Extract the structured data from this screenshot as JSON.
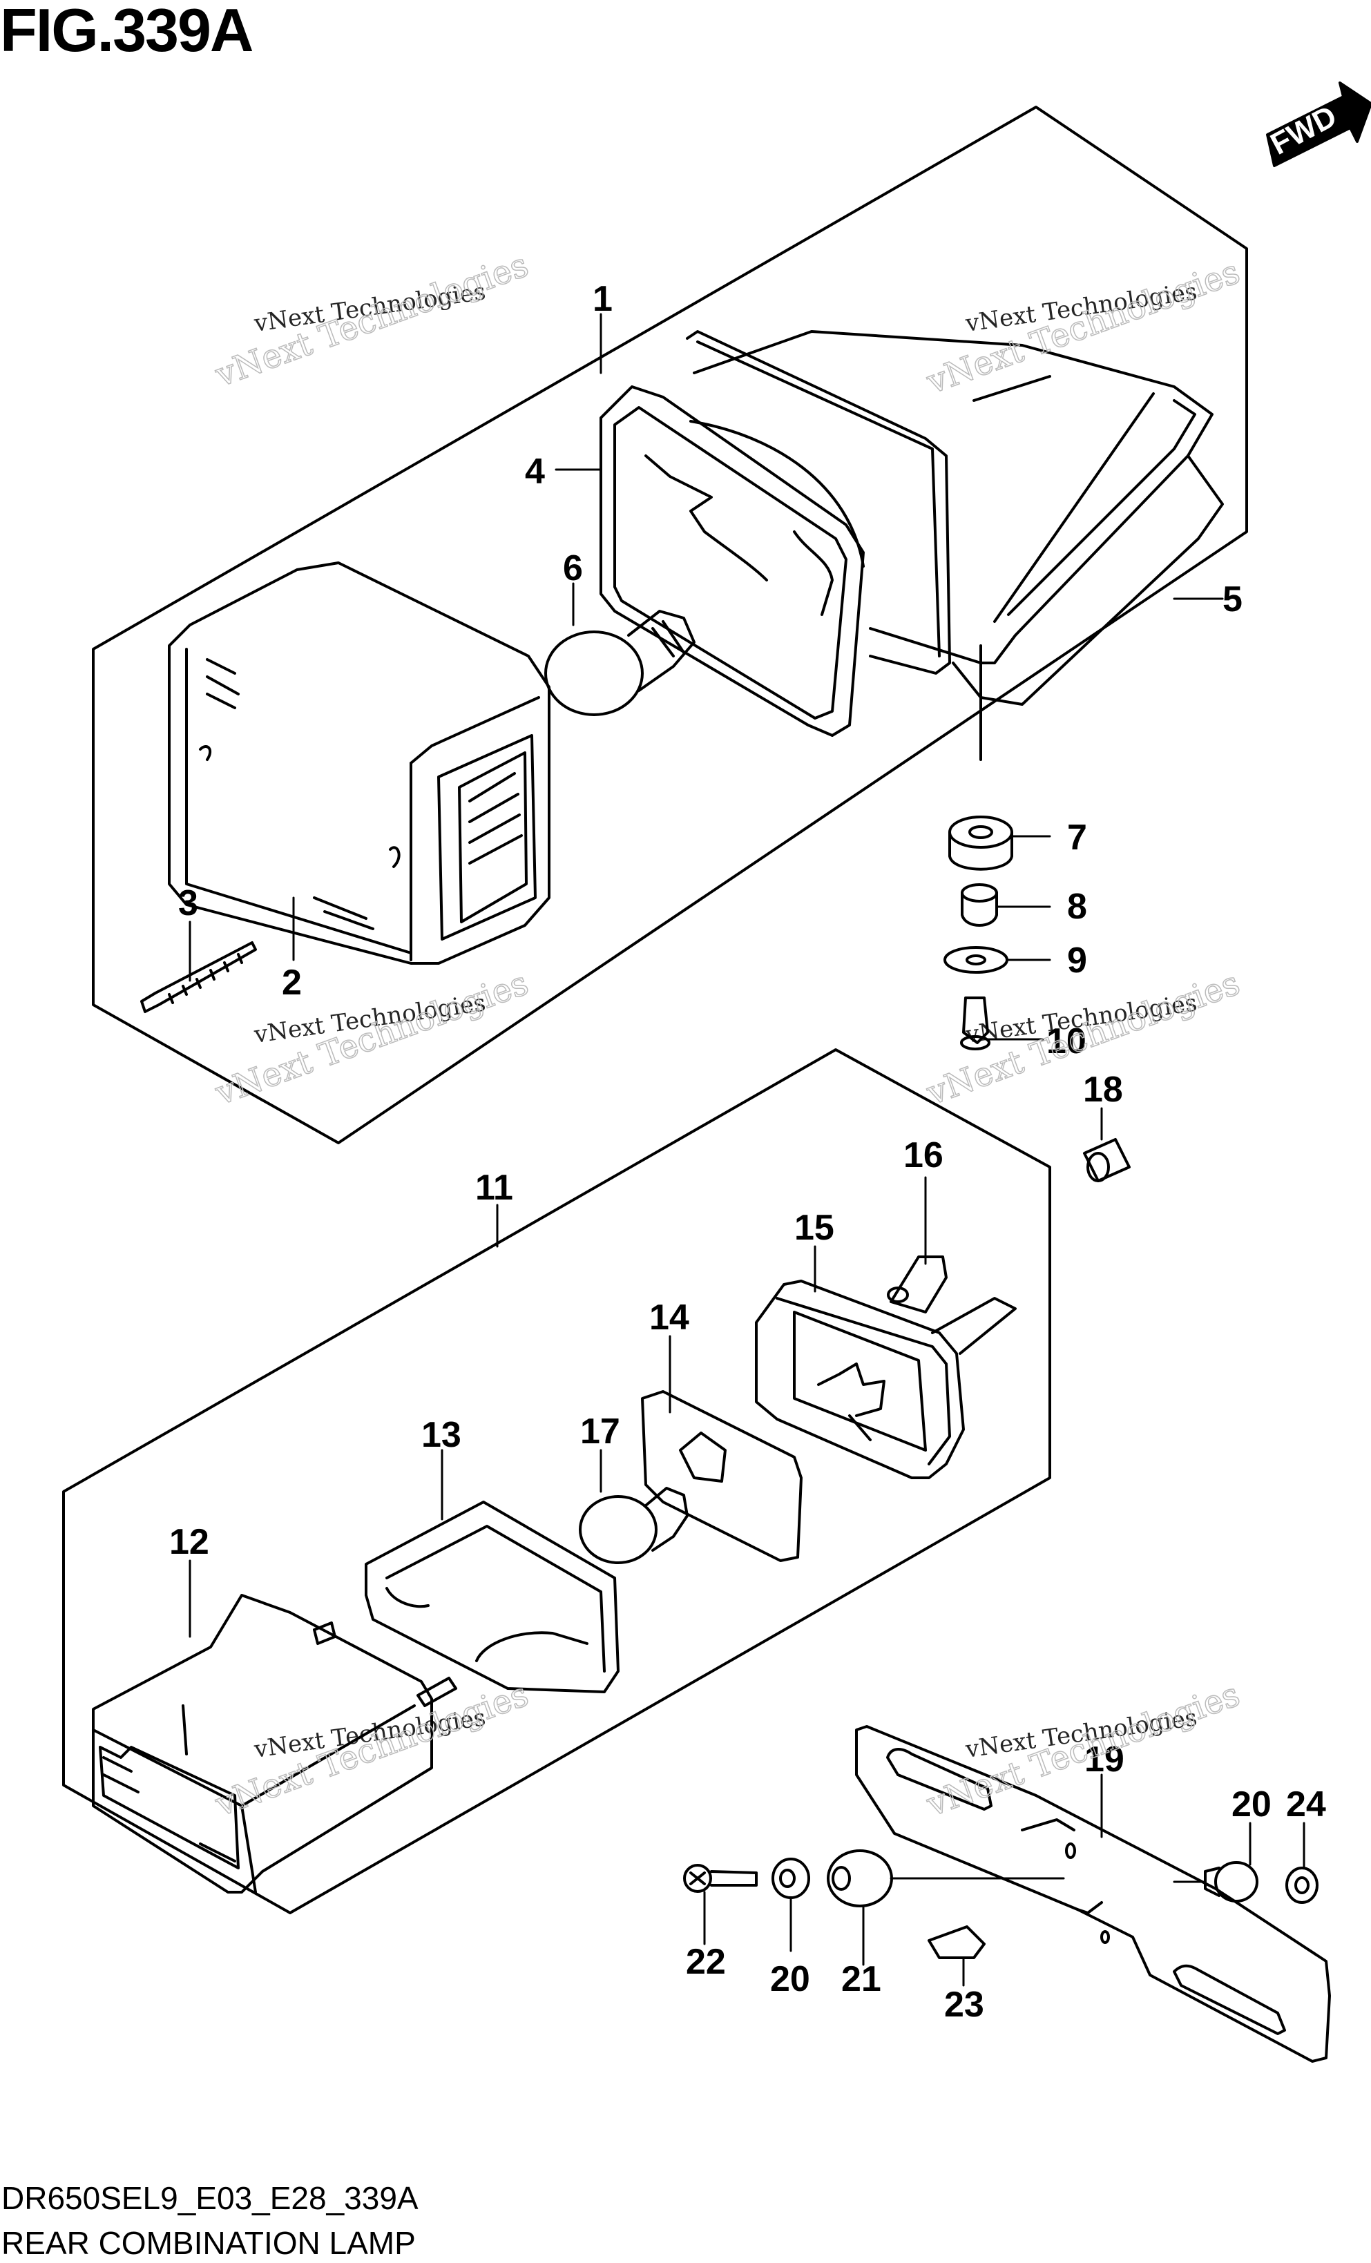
{
  "figure": {
    "title": "FIG.339A",
    "footer_code": "DR650SEL9_E03_E28_339A",
    "footer_name": "REAR COMBINATION LAMP"
  },
  "direction_tag": "FWD",
  "watermark": {
    "line1": "vNext Technologies",
    "line2": "vNext Technologies"
  },
  "callouts": [
    "1",
    "2",
    "3",
    "4",
    "5",
    "6",
    "7",
    "8",
    "9",
    "10",
    "11",
    "12",
    "13",
    "14",
    "15",
    "16",
    "17",
    "18",
    "19",
    "20",
    "20",
    "21",
    "22",
    "23",
    "24"
  ],
  "colors": {
    "line": "#000000",
    "background": "#ffffff",
    "watermark": "#bbbbbb"
  }
}
